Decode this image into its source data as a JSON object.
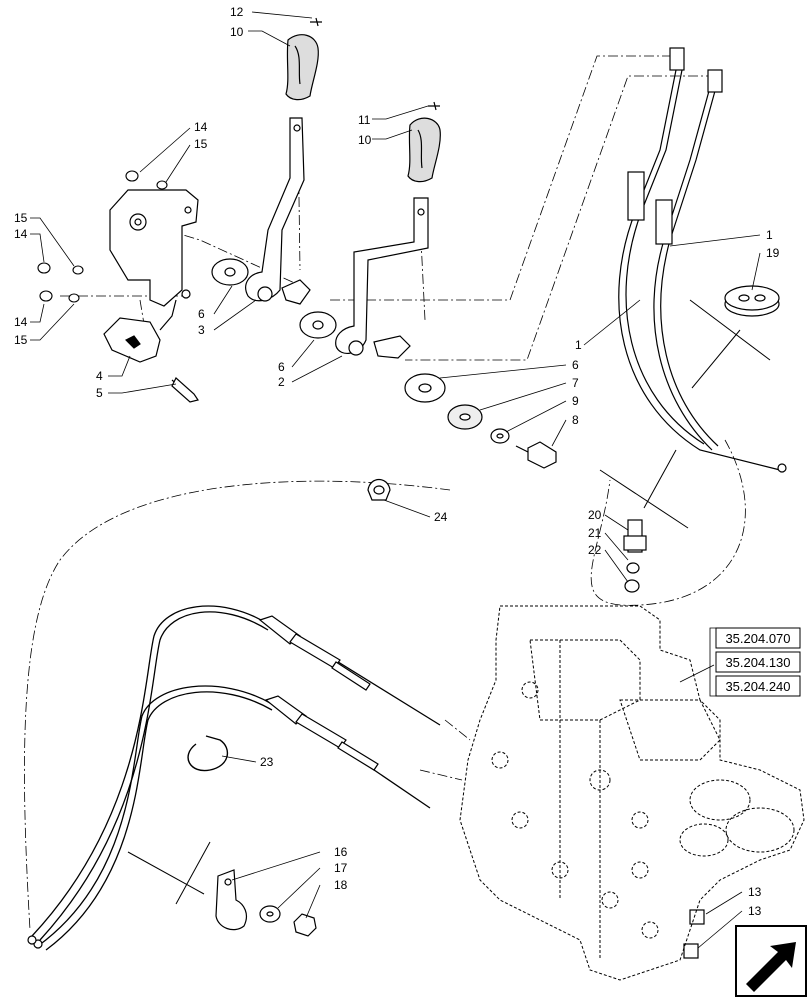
{
  "callouts": {
    "c1a": "1",
    "c1b": "1",
    "c2": "2",
    "c3": "3",
    "c4": "4",
    "c5": "5",
    "c6a": "6",
    "c6b": "6",
    "c6c": "6",
    "c7": "7",
    "c8": "8",
    "c9": "9",
    "c10a": "10",
    "c10b": "10",
    "c11": "11",
    "c12": "12",
    "c13a": "13",
    "c13b": "13",
    "c14a": "14",
    "c14b": "14",
    "c14c": "14",
    "c15a": "15",
    "c15b": "15",
    "c15c": "15",
    "c16": "16",
    "c17": "17",
    "c18": "18",
    "c19": "19",
    "c20": "20",
    "c21": "21",
    "c22": "22",
    "c23": "23",
    "c24": "24"
  },
  "references": [
    "35.204.070",
    "35.204.130",
    "35.204.240"
  ],
  "nav_icon": "next-page-arrow-icon"
}
